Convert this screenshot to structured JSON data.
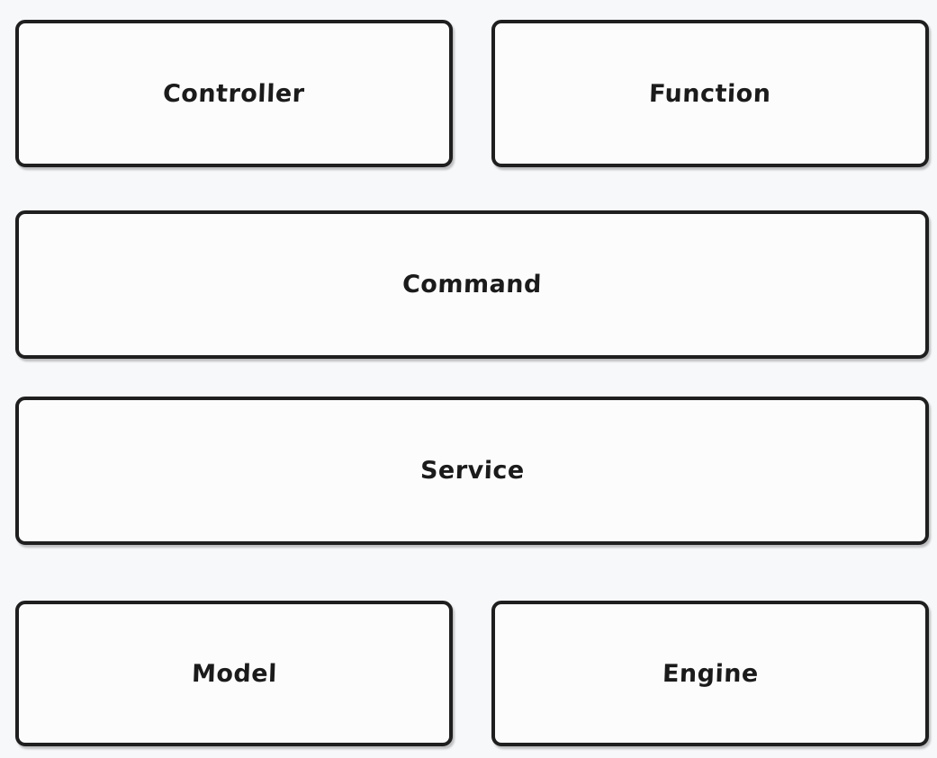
{
  "diagram": {
    "type": "architecture-layer-diagram",
    "colors": {
      "background": "#f7f8fa",
      "box_fill": "#fcfcfd",
      "border": "#1f1f1f",
      "text": "#1b1b1b"
    },
    "nodes": [
      {
        "id": "controller",
        "label": "Controller"
      },
      {
        "id": "function",
        "label": "Function"
      },
      {
        "id": "command",
        "label": "Command"
      },
      {
        "id": "service",
        "label": "Service"
      },
      {
        "id": "model",
        "label": "Model"
      },
      {
        "id": "engine",
        "label": "Engine"
      }
    ]
  }
}
